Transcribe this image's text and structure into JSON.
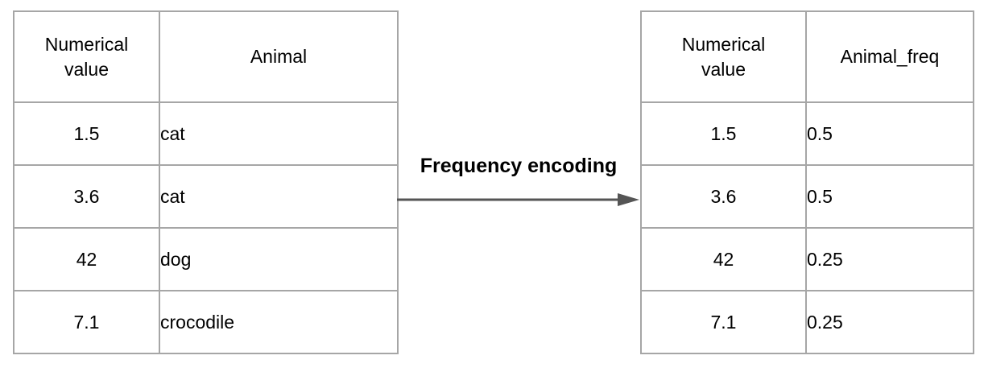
{
  "diagram": {
    "source_table": {
      "columns": [
        "Numerical value",
        "Animal"
      ],
      "rows": [
        {
          "value": "1.5",
          "animal": "cat"
        },
        {
          "value": "3.6",
          "animal": "cat"
        },
        {
          "value": "42",
          "animal": "dog"
        },
        {
          "value": "7.1",
          "animal": "crocodile"
        }
      ]
    },
    "arrow": {
      "label": "Frequency encoding"
    },
    "encoded_table": {
      "columns": [
        "Numerical value",
        "Animal_freq"
      ],
      "rows": [
        {
          "value": "1.5",
          "freq": "0.5"
        },
        {
          "value": "3.6",
          "freq": "0.5"
        },
        {
          "value": "42",
          "freq": "0.25"
        },
        {
          "value": "7.1",
          "freq": "0.25"
        }
      ]
    },
    "colors": {
      "table_border": "#a6a6a6",
      "arrow": "#555555",
      "text": "#000000",
      "background": "#ffffff"
    }
  }
}
